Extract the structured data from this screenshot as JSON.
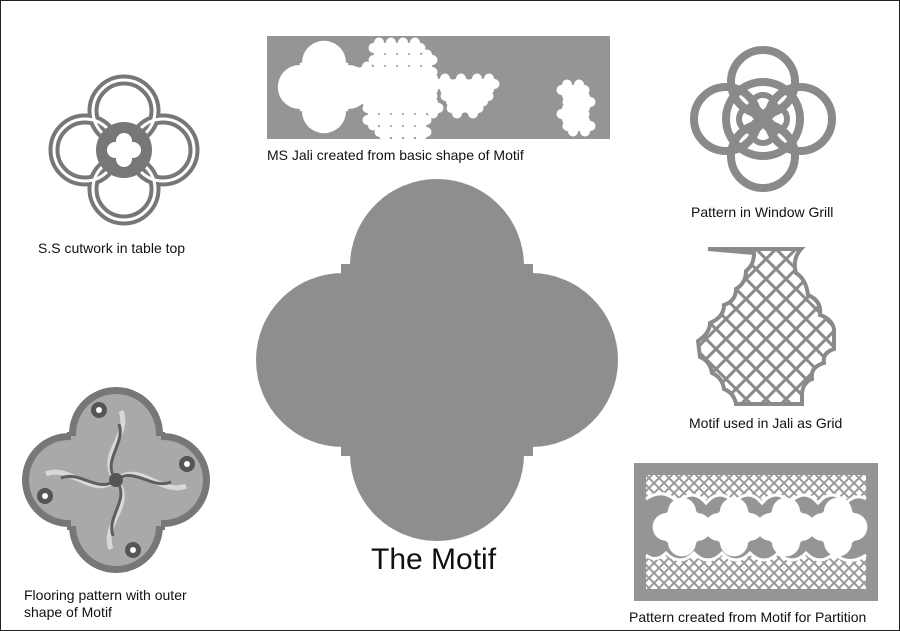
{
  "captions": {
    "ss_cutwork": "S.S cutwork in table top",
    "ms_jali": "MS Jali created from basic shape of Motif",
    "window_grill": "Pattern in Window Grill",
    "jali_grid": "Motif used in Jali as Grid",
    "flooring_line1": "Flooring pattern with outer",
    "flooring_line2": "shape of Motif",
    "partition": "Pattern created from Motif for Partition",
    "motif_title": "The Motif"
  },
  "colors": {
    "motif_fill": "#8e8e8e",
    "dark_gray": "#6d6d6d",
    "light_gray": "#cfcfcf",
    "panel_gray": "#959595",
    "white": "#ffffff",
    "text": "#111111"
  }
}
